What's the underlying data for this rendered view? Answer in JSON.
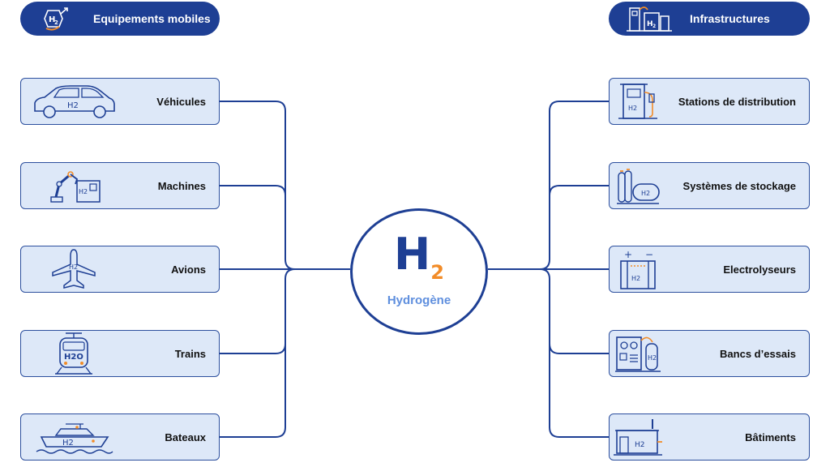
{
  "header": {
    "left_title": "Equipements mobiles",
    "right_title": "Infrastructures",
    "left_icon": "h2-molecule-icon",
    "right_icon": "h2-plant-icon"
  },
  "hub": {
    "symbol_main": "H",
    "symbol_sub": "2",
    "label": "Hydrogène"
  },
  "mobile": [
    {
      "label": "Véhicules",
      "icon": "car-icon",
      "tag": "H2"
    },
    {
      "label": "Machines",
      "icon": "robot-arm-icon",
      "tag": "H2"
    },
    {
      "label": "Avions",
      "icon": "airplane-icon",
      "tag": "H2"
    },
    {
      "label": "Trains",
      "icon": "train-icon",
      "tag": "H2O"
    },
    {
      "label": "Bateaux",
      "icon": "boat-icon",
      "tag": "H2"
    }
  ],
  "infrastructure": [
    {
      "label": "Stations de distribution",
      "icon": "fuel-station-icon",
      "tag": "H2"
    },
    {
      "label": "Systèmes de stockage",
      "icon": "storage-tank-icon",
      "tag": "H2"
    },
    {
      "label": "Electrolyseurs",
      "icon": "electrolyser-icon",
      "tag": "H2"
    },
    {
      "label": "Bancs d’essais",
      "icon": "test-bench-icon",
      "tag": "H2"
    },
    {
      "label": "Bâtiments",
      "icon": "building-icon",
      "tag": "H2"
    }
  ],
  "colors": {
    "navy": "#1e3f94",
    "card_fill": "#dde8f8",
    "accent_orange": "#f28c28",
    "hub_label": "#5f8fde"
  }
}
